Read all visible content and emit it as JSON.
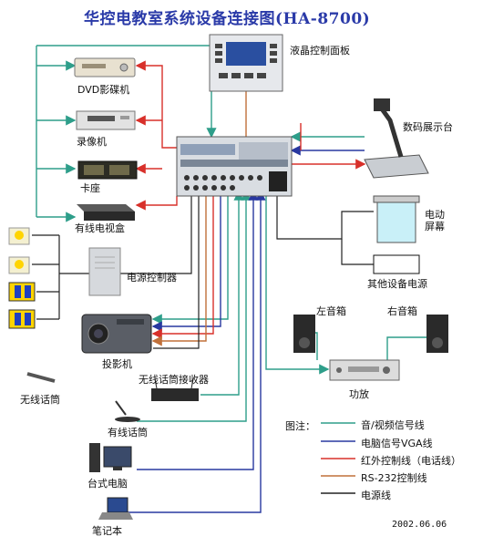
{
  "title": "华控电教室系统设备连接图(HA-8700)",
  "date": "2002.06.06",
  "colors": {
    "av": "#2e9e8a",
    "vga": "#2838a0",
    "ir": "#d8302a",
    "rs232": "#c0703a",
    "power": "#222222"
  },
  "devices": {
    "lcd_panel": "液晶控制面板",
    "dvd": "DVD影碟机",
    "vcr": "录像机",
    "cassette": "卡座",
    "cable_tv": "有线电视盒",
    "visualizer": "数码展示台",
    "screen": "电动\n屏幕",
    "other_power": "其他设备电源",
    "power_controller": "电源控制器",
    "projector": "投影机",
    "left_speaker": "左音箱",
    "right_speaker": "右音箱",
    "amplifier": "功放",
    "wireless_receiver": "无线话筒接收器",
    "wireless_mic": "无线话筒",
    "wired_mic": "有线话筒",
    "desktop_pc": "台式电脑",
    "laptop": "笔记本"
  },
  "legend": {
    "heading": "图注：",
    "items": [
      {
        "label": "音/视频信号线",
        "color": "#2e9e8a"
      },
      {
        "label": "电脑信号VGA线",
        "color": "#2838a0"
      },
      {
        "label": "红外控制线（电话线）",
        "color": "#d8302a"
      },
      {
        "label": "RS-232控制线",
        "color": "#c0703a"
      },
      {
        "label": "电源线",
        "color": "#222222"
      }
    ]
  }
}
